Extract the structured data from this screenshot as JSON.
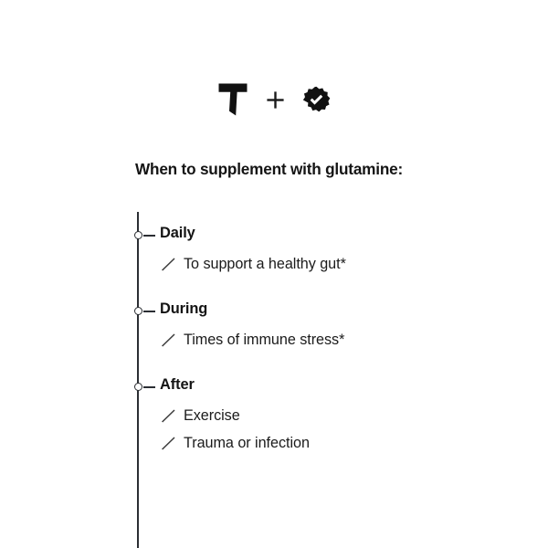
{
  "brand": {
    "letter_mark": "T",
    "separator": "+",
    "badge_icon": "verified-badge-icon",
    "t_icon": "letter-t-logo-icon",
    "plus_icon": "plus-icon"
  },
  "heading": {
    "title": "When to supplement with glutamine:"
  },
  "timeline": {
    "axis_color": "#2b2e33",
    "marker_icon": "circle-node-icon",
    "bullet_icon": "slash-bullet-icon",
    "groups": [
      {
        "label": "Daily",
        "items": [
          {
            "text": "To support a healthy gut*"
          }
        ]
      },
      {
        "label": "During",
        "items": [
          {
            "text": "Times of immune stress*"
          }
        ]
      },
      {
        "label": "After",
        "items": [
          {
            "text": "Exercise"
          },
          {
            "text": "Trauma or infection"
          }
        ]
      }
    ]
  },
  "colors": {
    "background": "#ffffff",
    "text": "#141414",
    "body_text": "#1b1b1b",
    "line": "#2b2e33"
  }
}
